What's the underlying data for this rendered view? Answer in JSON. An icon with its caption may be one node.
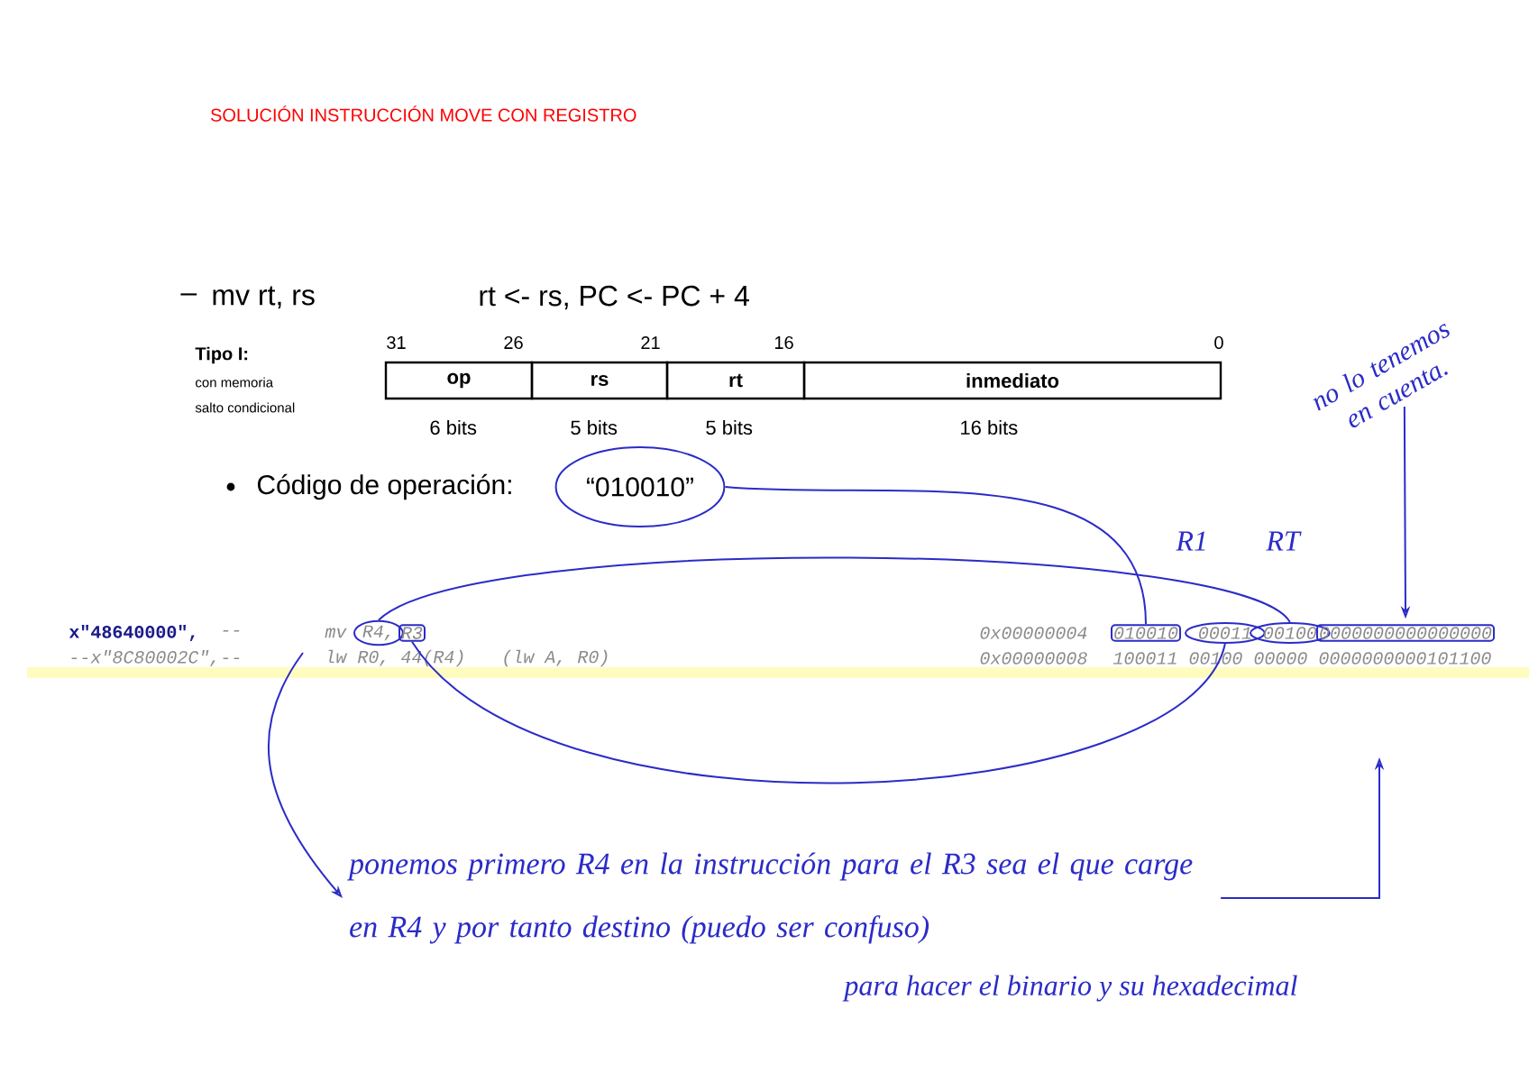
{
  "diagram": {
    "title": "SOLUCIÓN INSTRUCCIÓN MOVE CON REGISTRO",
    "nodes": [
      {
        "text": [
          "op"
        ]
      },
      {
        "text": [
          "rs"
        ]
      },
      {
        "text": [
          "rt"
        ]
      },
      {
        "text": [
          "inmediato"
        ]
      },
      {
        "text": [
          "“010010”"
        ]
      },
      {
        "text": [
          "R4,"
        ]
      },
      {
        "text": [
          "R3"
        ]
      },
      {
        "text": [
          "010010"
        ]
      },
      {
        "text": [
          "00011"
        ]
      },
      {
        "text": [
          "00100"
        ]
      },
      {
        "text": [
          "0000000000000000"
        ]
      },
      {
        "text": [
          "no lo tenemos en cuenta."
        ]
      },
      {
        "text": [
          "ponemos primero R4 en la instrucción para el R3 sea el que carge en R4 y por tanto destino (puedo ser confuso)"
        ]
      }
    ],
    "edges": [
      {
        "from": 4,
        "to": 7,
        "arrow": "none"
      },
      {
        "from": 5,
        "to": 9,
        "arrow": "none"
      },
      {
        "from": 6,
        "to": 8,
        "arrow": "none"
      },
      {
        "from": 11,
        "to": 10,
        "arrow": "to"
      },
      {
        "from": null,
        "to": 12,
        "arrow": "to"
      },
      {
        "from": 12,
        "to": null,
        "arrow": "to"
      }
    ],
    "labels": [
      "–",
      "mv rt, rs",
      "rt <- rs, PC <- PC + 4",
      "Tipo I:",
      "con memoria",
      "salto condicional",
      "31",
      "26",
      "21",
      "16",
      "0",
      "6 bits",
      "5 bits",
      "5 bits",
      "16 bits",
      "Código de operación:",
      "R1",
      "RT",
      "x\"48640000\",",
      "--",
      "mv",
      "0x00000004",
      "--x\"8C80002C\",--",
      "lw R0, 44(R4)",
      "(lw A, R0)",
      "0x00000008",
      "100011",
      "00100",
      "00000",
      "0000000000101100",
      "para hacer el binario y su hexadecimal"
    ]
  }
}
